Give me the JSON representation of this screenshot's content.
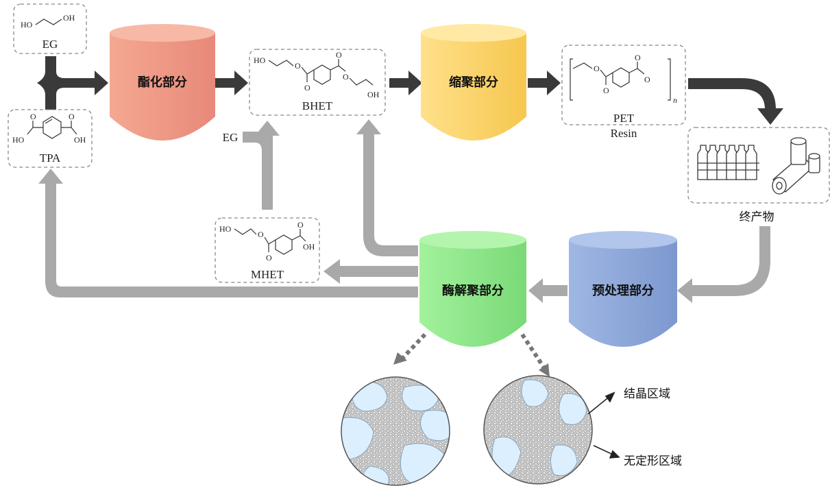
{
  "stages": {
    "esterification": "酯化部分",
    "polycondensation": "缩聚部分",
    "pretreatment": "预处理部分",
    "enzymatic": "酶解聚部分"
  },
  "molecules": {
    "eg": "EG",
    "tpa": "TPA",
    "bhet": "BHET",
    "mhet": "MHET",
    "pet": "PET",
    "pet_sub": "Resin",
    "eg_feed": "EG"
  },
  "atoms": {
    "ho": "HO",
    "oh": "OH",
    "o": "O",
    "n": "n"
  },
  "products": {
    "label": "终产物"
  },
  "morphology": {
    "crystalline": "结晶区域",
    "amorphous": "无定形区域"
  },
  "colors": {
    "esterification": "#ef9a82",
    "polycondensation": "#fdd66a",
    "pretreatment": "#8ea9dc",
    "enzymatic": "#8ee88a",
    "dark_arrow": "#3a3a3a",
    "light_arrow": "#a9a9a9",
    "crystal": "#dcefff"
  }
}
